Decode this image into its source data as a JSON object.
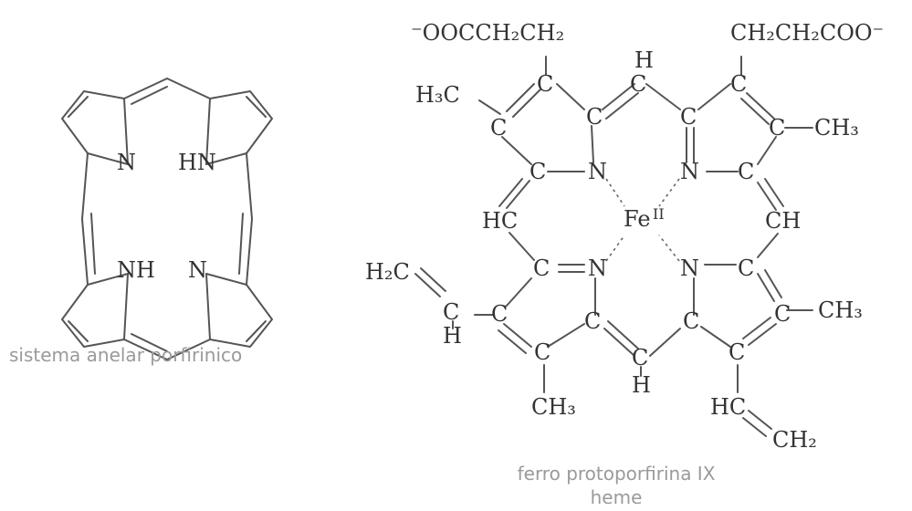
{
  "porphyrin": {
    "caption": "sistema anelar porfirinico",
    "atoms": {
      "n_top_left": "N",
      "n_top_right": "HN",
      "n_bottom_left": "NH",
      "n_bottom_right": "N"
    }
  },
  "heme": {
    "caption_line1": "ferro protoporfirina IX",
    "caption_line2": "heme",
    "groups": {
      "propionate_left": "⁻OOCCH₂CH₂",
      "propionate_right": "CH₂CH₂COO⁻",
      "methyl_top_left": "H₃C",
      "methyl_right_top": "CH₃",
      "methyl_right_bottom": "CH₃",
      "methyl_bottom": "CH₃",
      "vinyl_left_ch2": "H₂C",
      "vinyl_bottom_hc": "HC",
      "vinyl_bottom_ch2": "CH₂",
      "meso_hc_left": "HC",
      "meso_ch_right": "CH"
    },
    "iron": "Fe",
    "iron_ox": "II",
    "h": "H",
    "c": "C",
    "n": "N"
  }
}
